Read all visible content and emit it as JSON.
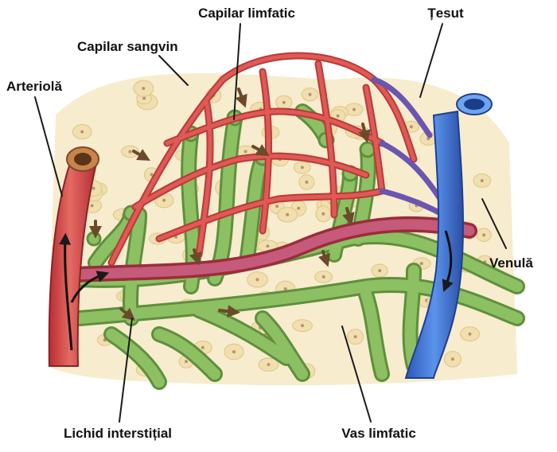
{
  "labels": {
    "lymph_capillary": "Capilar limfatic",
    "tissue": "Țesut",
    "blood_capillary": "Capilar sangvin",
    "arteriole": "Arteriolă",
    "venule": "Venulă",
    "interstitial_fluid": "Lichid interstițial",
    "lymph_vessel": "Vas limfatic"
  },
  "colors": {
    "arterial_red": "#d84545",
    "venous_blue": "#3d6fd0",
    "lymph_green": "#8cc063",
    "tissue_cell": "#f1dfae",
    "flow_arrow": "#6b4a2a",
    "label_text": "#111111"
  }
}
